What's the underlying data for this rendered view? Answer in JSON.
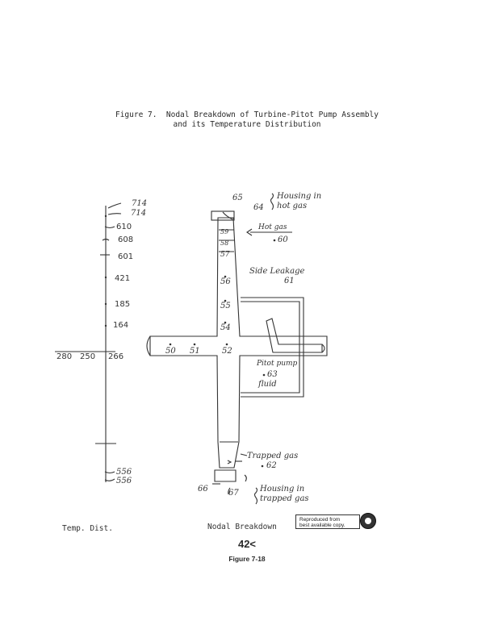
{
  "caption": {
    "line1": "Figure 7.  Nodal Breakdown of Turbine-Pitot Pump Assembly",
    "line2": "and its Temperature Distribution"
  },
  "temp_dist": {
    "labels": [
      "714",
      "714",
      "610",
      "608",
      "601",
      "421",
      "185",
      "164",
      "280",
      "250",
      "266",
      "556",
      "556"
    ],
    "footer": "Temp. Dist."
  },
  "nodal": {
    "nodes": [
      "65",
      "64",
      "59",
      "58",
      "57",
      "56",
      "55",
      "54",
      "50",
      "51",
      "52",
      "63",
      "62",
      "66",
      "67",
      "60",
      "61"
    ],
    "notes": {
      "housing_hot": "Housing in",
      "housing_hot2": "hot gas",
      "hot_gas": "Hot gas",
      "side_leakage": "Side Leakage",
      "pitot_pump": "Pitot pump",
      "fluid": "fluid",
      "trapped_gas": "Trapped gas",
      "housing_trapped": "Housing in",
      "housing_trapped2": "trapped gas"
    },
    "footer": "Nodal Breakdown"
  },
  "stamp": {
    "line1": "Reproduced from",
    "line2": "best available copy."
  },
  "page_number": "42<",
  "figure_label": "Figure 7-18"
}
